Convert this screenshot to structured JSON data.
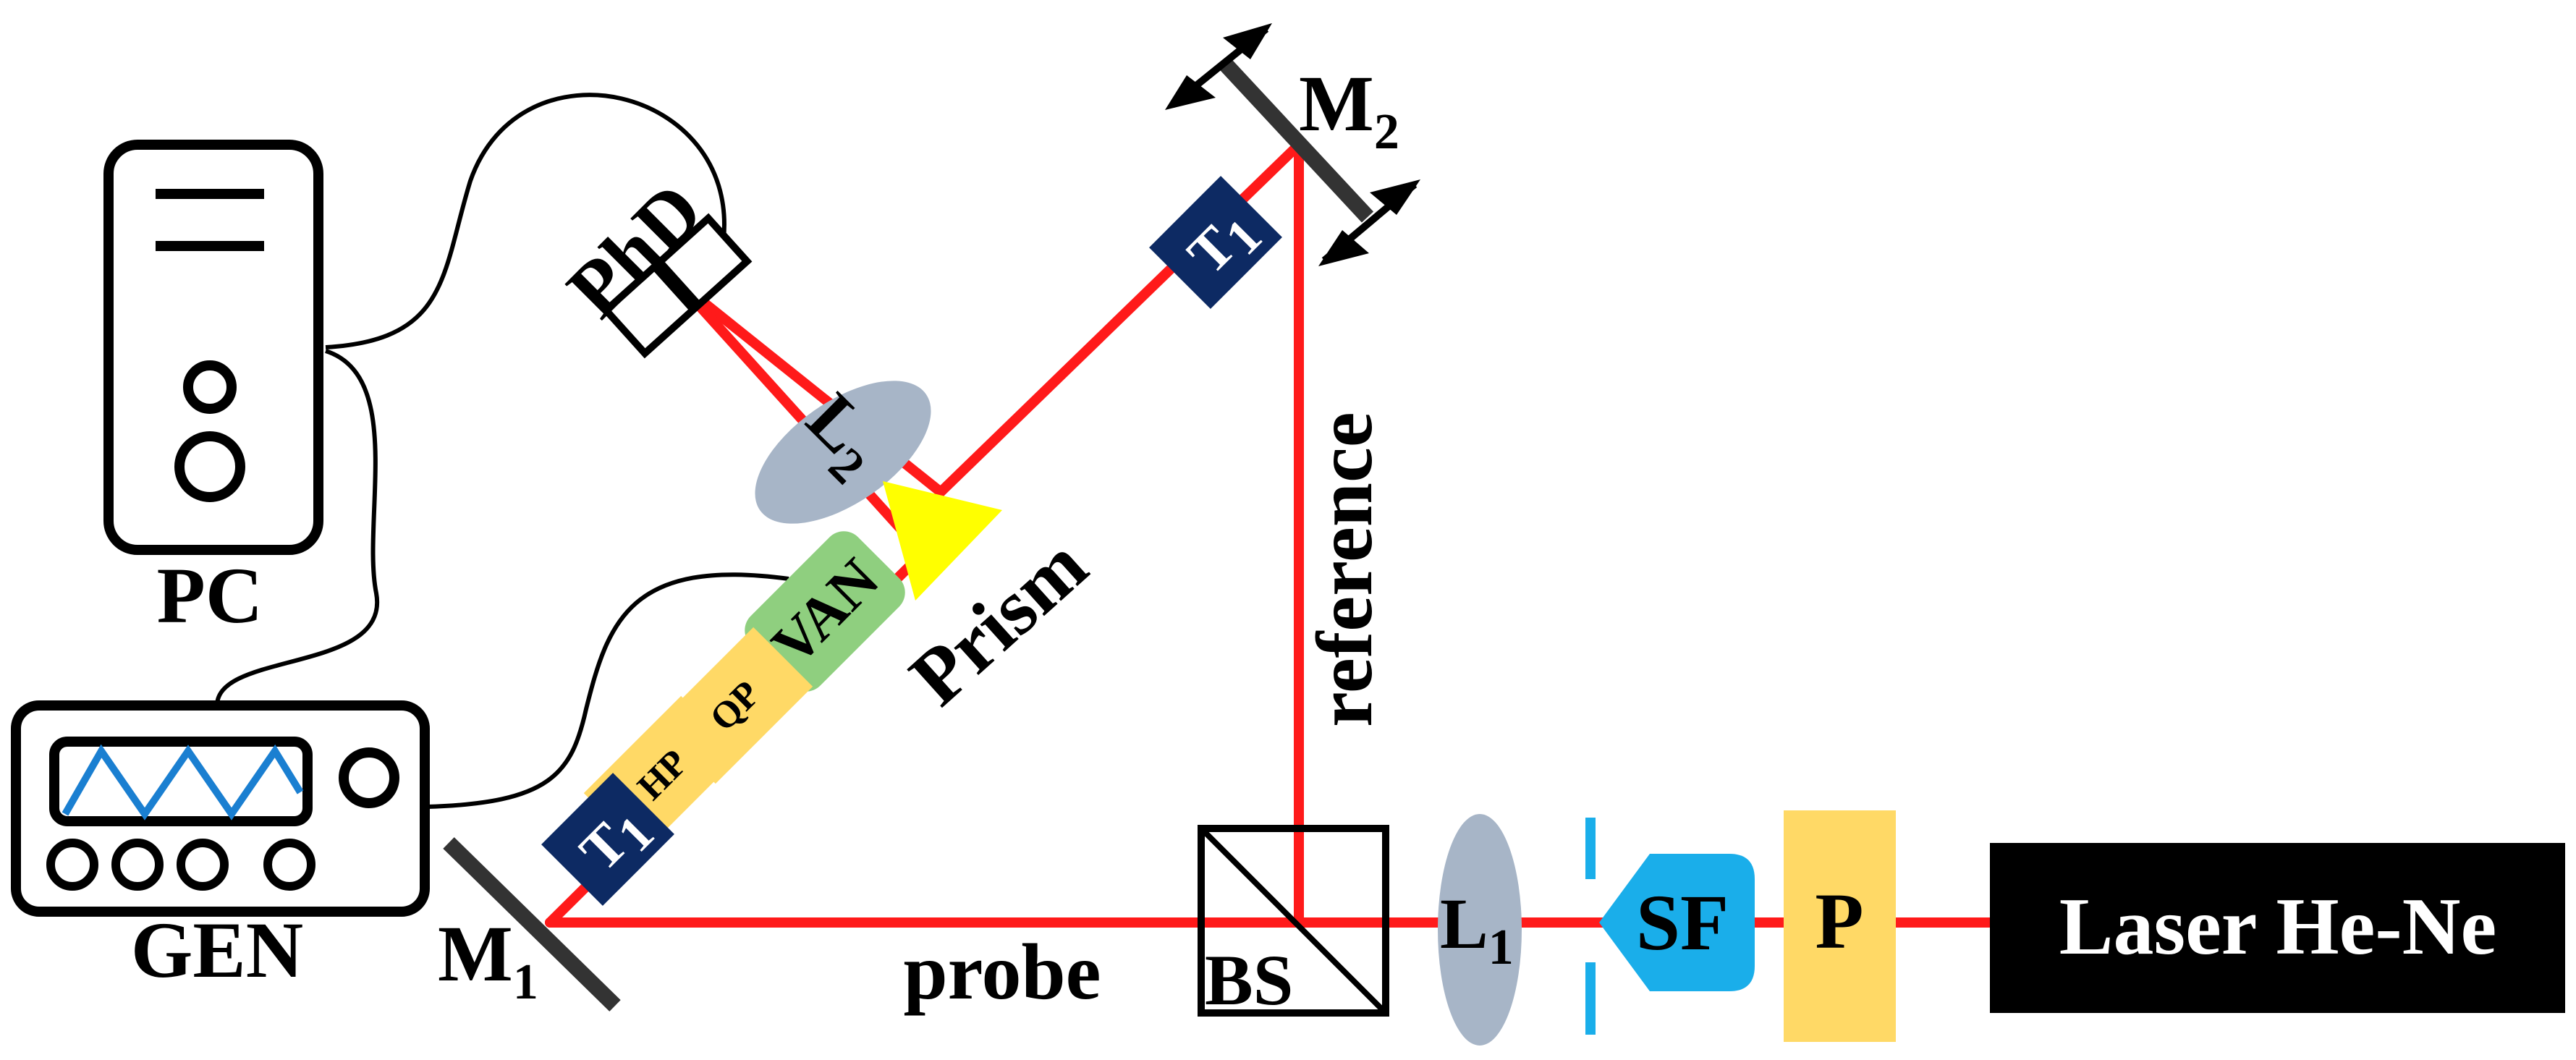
{
  "labels": {
    "m2": "M",
    "m2_sub": "2",
    "m1": "M",
    "m1_sub": "1",
    "t1_top": "T",
    "t1_top_sub": "1",
    "t1_low": "T",
    "t1_low_sub": "1",
    "phd": "PhD",
    "l2": "L",
    "l2_sub": "2",
    "l1": "L",
    "l1_sub": "1",
    "prism": "Prism",
    "van": "VAN",
    "qp": "QP",
    "hp": "HP",
    "pc": "PC",
    "gen": "GEN",
    "reference": "reference",
    "probe": "probe",
    "bs": "BS",
    "sf": "SF",
    "p": "P",
    "laser": "Laser He-Ne"
  },
  "colors": {
    "beam": "#ff1a1a",
    "lens": "#a7b5c7",
    "prism": "#ffff00",
    "van": "#8fcf7f",
    "waveplate": "#ffd966",
    "polarizer": "#ffd966",
    "telescope": "#0d2a63",
    "spatial_filter": "#1aaeea",
    "laser_box": "#000000",
    "laser_text": "#ffffff",
    "generator_wave": "#1a7fd1"
  }
}
